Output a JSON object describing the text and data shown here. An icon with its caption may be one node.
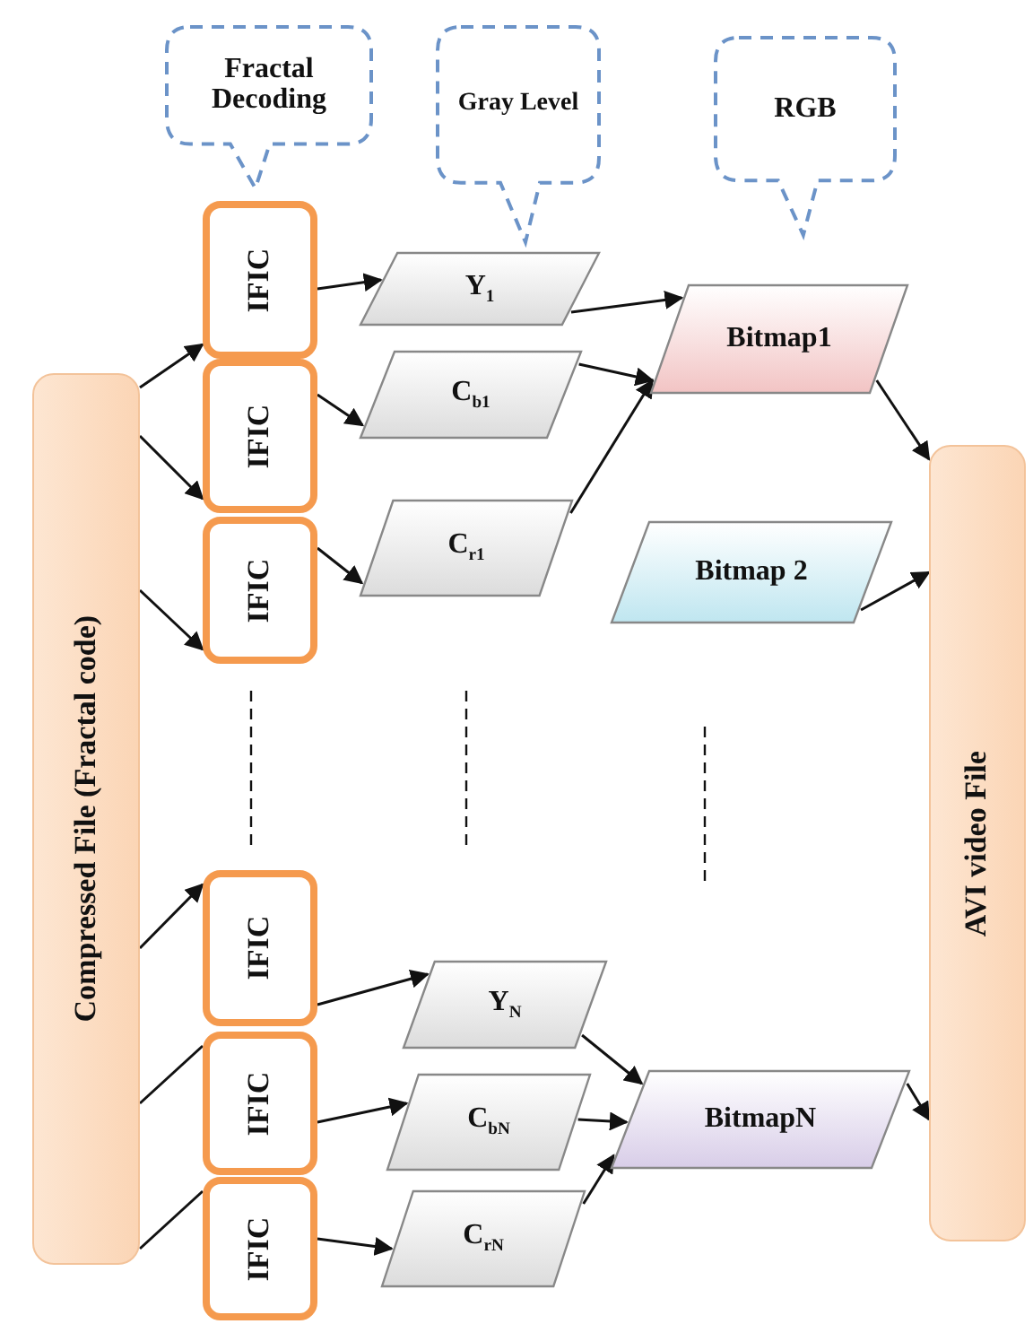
{
  "diagram": {
    "nodes": [
      {
        "text": [
          "Compressed File (Fractal code)"
        ]
      },
      {
        "text": [
          "AVI video File"
        ]
      },
      {
        "text": [
          "Fractal Decoding"
        ]
      },
      {
        "text": [
          "Gray Level"
        ]
      },
      {
        "text": [
          "RGB"
        ]
      },
      {
        "text": [
          "IFIC"
        ]
      },
      {
        "text": [
          "IFIC"
        ]
      },
      {
        "text": [
          "IFIC"
        ]
      },
      {
        "text": [
          "IFIC"
        ]
      },
      {
        "text": [
          "IFIC"
        ]
      },
      {
        "text": [
          "IFIC"
        ]
      },
      {
        "text": [
          "Y$_{1}$"
        ]
      },
      {
        "text": [
          "C$_{b1}$"
        ]
      },
      {
        "text": [
          "C$_{r1}$"
        ]
      },
      {
        "text": [
          "Y$_{N}$"
        ]
      },
      {
        "text": [
          "C$_{bN}$"
        ]
      },
      {
        "text": [
          "C$_{rN}$"
        ]
      },
      {
        "text": [
          "Bitmap1"
        ]
      },
      {
        "text": [
          "Bitmap 2"
        ]
      },
      {
        "text": [
          "BitmapN"
        ]
      }
    ],
    "edges": [
      {
        "from": 0,
        "to": 5,
        "arrow": "to"
      },
      {
        "from": 0,
        "to": 6,
        "arrow": "to"
      },
      {
        "from": 0,
        "to": 7,
        "arrow": "to"
      },
      {
        "from": 0,
        "to": 8,
        "arrow": "to"
      },
      {
        "from": 0,
        "to": 9,
        "arrow": "none"
      },
      {
        "from": 0,
        "to": 10,
        "arrow": "none"
      },
      {
        "from": 5,
        "to": 11,
        "arrow": "to"
      },
      {
        "from": 6,
        "to": 12,
        "arrow": "to"
      },
      {
        "from": 7,
        "to": 13,
        "arrow": "to"
      },
      {
        "from": 8,
        "to": 14,
        "arrow": "to"
      },
      {
        "from": 9,
        "to": 15,
        "arrow": "to"
      },
      {
        "from": 10,
        "to": 16,
        "arrow": "to"
      },
      {
        "from": 11,
        "to": 17,
        "arrow": "to"
      },
      {
        "from": 12,
        "to": 17,
        "arrow": "to"
      },
      {
        "from": 13,
        "to": 17,
        "arrow": "to"
      },
      {
        "from": 14,
        "to": 19,
        "arrow": "to"
      },
      {
        "from": 15,
        "to": 19,
        "arrow": "to"
      },
      {
        "from": 16,
        "to": 19,
        "arrow": "to"
      },
      {
        "from": 17,
        "to": 1,
        "arrow": "to"
      },
      {
        "from": 18,
        "to": 1,
        "arrow": "to"
      },
      {
        "from": 19,
        "to": 1,
        "arrow": "to"
      }
    ]
  }
}
